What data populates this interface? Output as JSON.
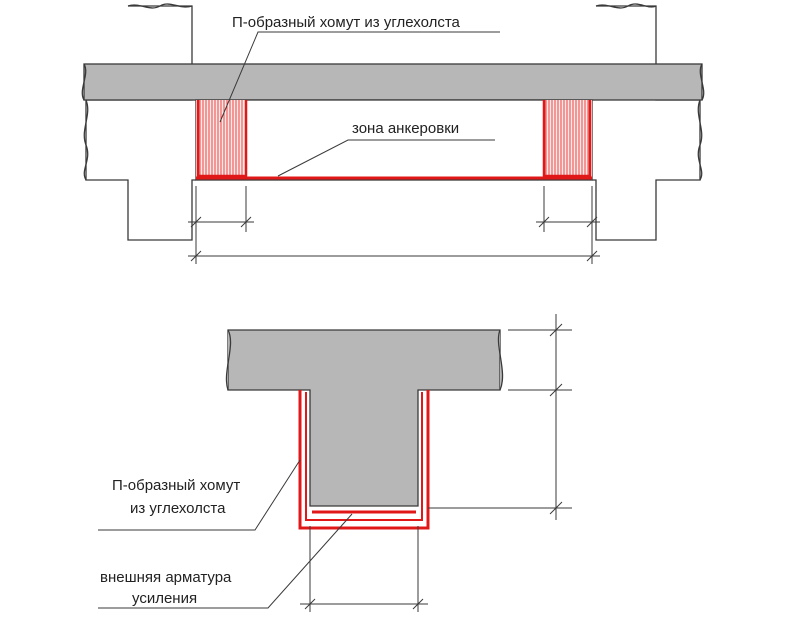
{
  "labels": {
    "top_clamp": "П-образный хомут из углехолста",
    "anchor_zone": "зона анкеровки",
    "bottom_clamp_line1": "П-образный хомут",
    "bottom_clamp_line2": "из углехолста",
    "external_rebar_line1": "внешняя арматура",
    "external_rebar_line2": "усиления"
  },
  "colors": {
    "carbon_fiber": "#e01818",
    "concrete": "#b7b7b7",
    "lines": "#3a3a3a"
  }
}
